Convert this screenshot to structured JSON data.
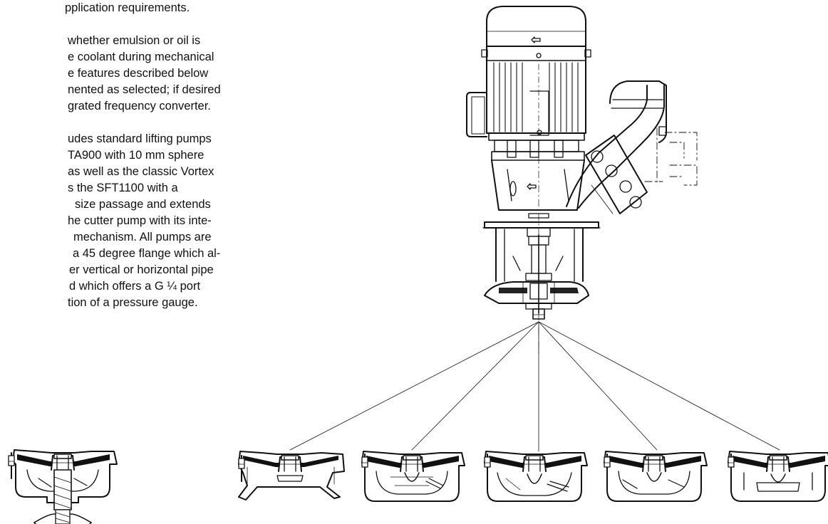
{
  "document": {
    "paragraphs": [
      {
        "lines": [
          "pplication requirements."
        ]
      },
      {
        "lines": [
          "whether emulsion or oil is",
          "e coolant during mechanical",
          "e features described below",
          "nented as selected; if desired",
          "grated frequency converter."
        ]
      },
      {
        "lines": [
          "udes standard lifting pumps",
          "TA900 with 10 mm sphere",
          "as well as the classic Vortex",
          "s the SFT1100 with a",
          "size passage and extends",
          "he cutter pump with its inte-",
          "mechanism. All pumps are",
          "a 45 degree flange which al-",
          "er vertical or horizontal pipe",
          "d which offers a G ¼ port",
          "tion of a pressure gauge."
        ]
      }
    ]
  },
  "figure": {
    "main_pump": "vertical-immersion-pump-drawing",
    "variants": [
      "impeller-variant-1",
      "impeller-variant-2",
      "impeller-variant-3",
      "impeller-variant-4",
      "impeller-variant-5"
    ],
    "side_detail": "cutter-impeller-detail"
  }
}
